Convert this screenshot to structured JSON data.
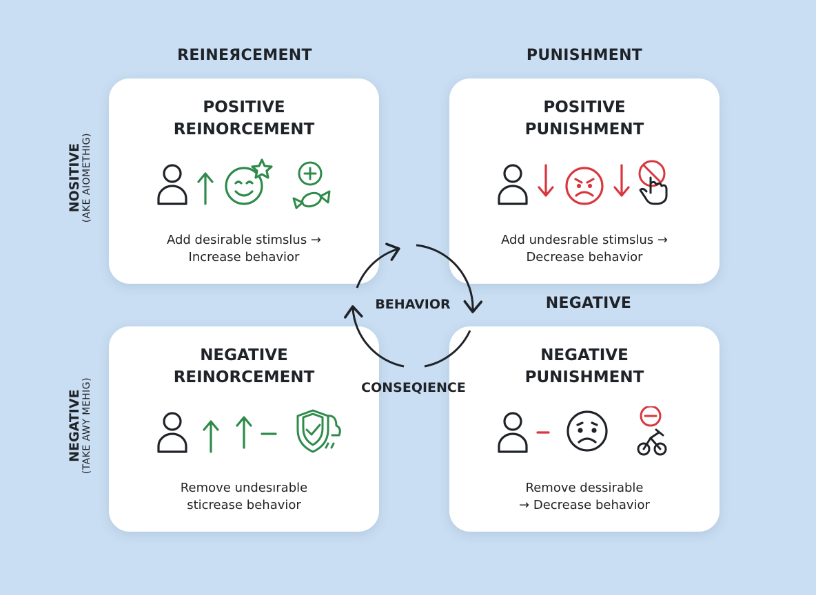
{
  "headings": {
    "reinforcement": "REINEЯCEMENT",
    "punishment": "PUNISHMENT",
    "negative_column": "NEGATIVE"
  },
  "rows": {
    "positive": {
      "main": "NOSITIVE",
      "sub": "(AKE AIOMETHIG)"
    },
    "negative": {
      "main": "NEGATIVE",
      "sub": "(TAKE AWY MEHIG)"
    }
  },
  "cards": {
    "positive_reinforcement": {
      "title_line1": "POSITIVE",
      "title_line2": "REINORCEMENT",
      "desc_line1": "Add desirable stimslus →",
      "desc_line2": "Increase behavior",
      "icons": [
        "person-icon",
        "arrow-up-icon",
        "smile-star-icon",
        "plus-circle-icon",
        "candy-icon"
      ]
    },
    "positive_punishment": {
      "title_line1": "POSITIVE",
      "title_line2": "PUNISHMENT",
      "desc_line1": "Add undesrable stimslus →",
      "desc_line2": "Decrease behavior",
      "icons": [
        "person-icon",
        "arrow-down-icon",
        "angry-face-icon",
        "arrow-down-icon",
        "no-hand-icon"
      ]
    },
    "negative_reinforcement": {
      "title_line1": "NEGATIVE",
      "title_line2": "REINORCEMENT",
      "desc_line1": "Remove undesırable",
      "desc_line2": "sticrease behavior",
      "icons": [
        "person-icon",
        "arrow-up-icon",
        "arrow-up-icon",
        "minus-icon",
        "shield-check-cloud-icon"
      ]
    },
    "negative_punishment": {
      "title_line1": "NEGATIVE",
      "title_line2": "PUNISHMENT",
      "desc_line1": "Remove dessirable",
      "desc_line2": "→ Decrease behavior",
      "icons": [
        "person-icon",
        "minus-icon",
        "sad-face-icon",
        "minus-circle-icon",
        "bike-icon"
      ]
    }
  },
  "center": {
    "behavior": "BEHAVIOR",
    "consequence": "CONSEQIENCE"
  },
  "colors": {
    "background": "#c9def2",
    "green": "#2e8b4a",
    "red": "#d9363e",
    "dark": "#1f2328"
  }
}
